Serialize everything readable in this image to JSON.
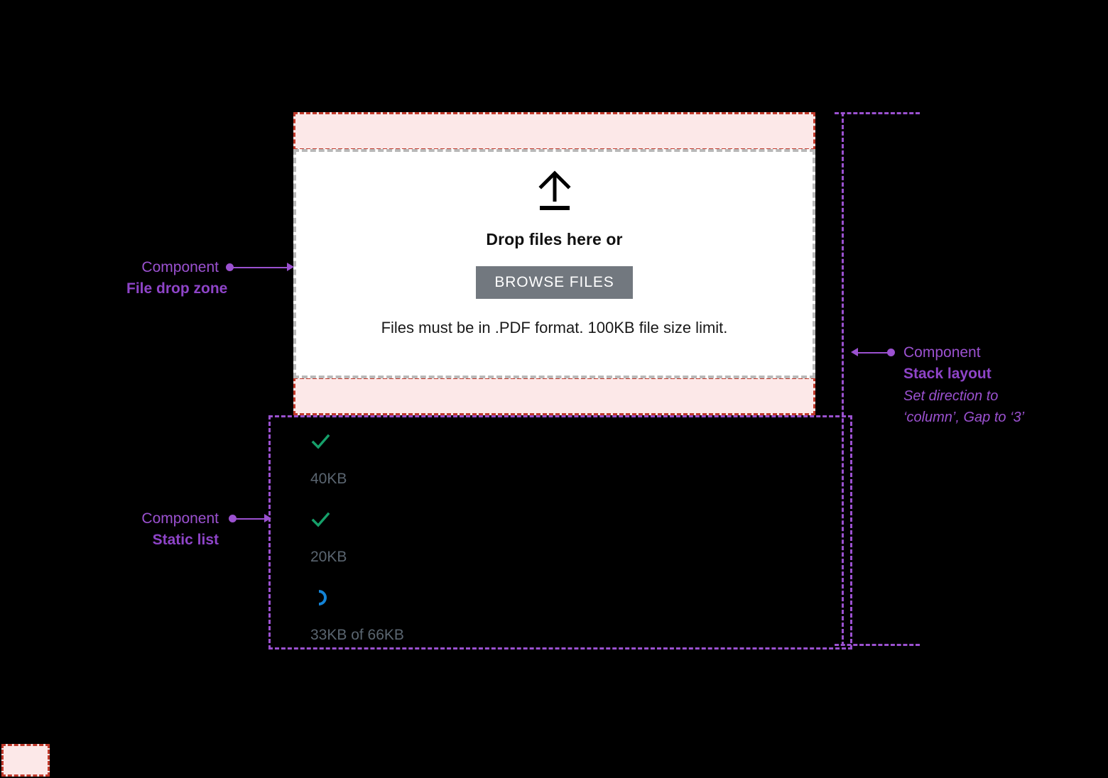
{
  "canvas": {
    "background": "#000000",
    "accent_purple": "#9b51d0",
    "spacing_fill": "#fce8e8",
    "spacing_border": "#c0392b",
    "dropzone_border": "#b9b9b9",
    "button_bg": "#72787f",
    "success_green": "#16a06a",
    "loading_blue": "#1383d6"
  },
  "dropzone": {
    "icon": "upload-arrow-icon",
    "title": "Drop files here or",
    "browse_label": "BROWSE FILES",
    "hint": "Files must be in .PDF format. 100KB file size limit."
  },
  "static_list": {
    "items": [
      {
        "status": "check-icon",
        "name": "",
        "size": "40KB"
      },
      {
        "status": "check-icon",
        "name": "",
        "size": "20KB"
      },
      {
        "status": "spinner-icon",
        "name": "",
        "size": "33KB of 66KB"
      }
    ]
  },
  "annotations": {
    "dropzone": {
      "kicker": "Component",
      "title": "File drop zone"
    },
    "static_list": {
      "kicker": "Component",
      "title": "Static list"
    },
    "stack_layout": {
      "kicker": "Component",
      "title": "Stack layout",
      "desc_line_1": "Set direction to",
      "desc_line_2": "‘column’, Gap to ‘3’"
    }
  }
}
